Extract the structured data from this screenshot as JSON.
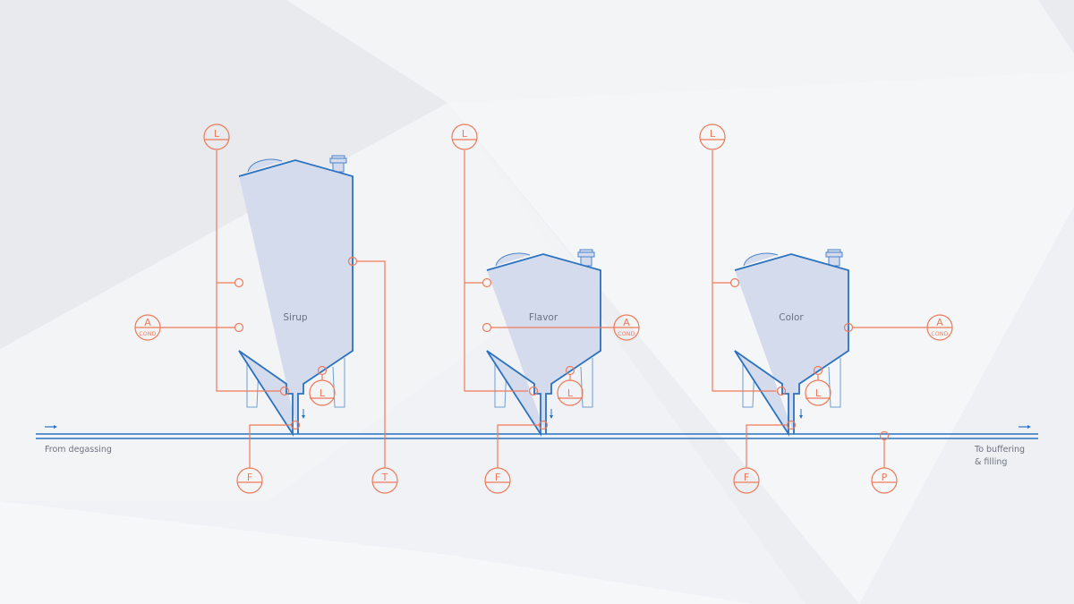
{
  "colors": {
    "background": "#eceef1",
    "background_light": "#f6f7f9",
    "pipe_blue": "#2b72c0",
    "tank_fill": "#d4dbed",
    "tank_stroke": "#2b72c0",
    "leg_stroke": "#6e9fd6",
    "instrument_orange": "#ef7a5a",
    "label_gray": "#6b7280"
  },
  "main_line": {
    "inlet_label": "From degassing",
    "outlet_label_line1": "To buffering",
    "outlet_label_line2": "& filling",
    "inlet_arrow_icon": "arrow-right-icon",
    "outlet_arrow_icon": "arrow-right-icon"
  },
  "tanks": [
    {
      "id": "sirup",
      "label": "Sirup",
      "instruments": [
        {
          "letter": "L",
          "sub": "",
          "role": "level top"
        },
        {
          "letter": "A",
          "sub": "COND",
          "role": "conductivity"
        },
        {
          "letter": "L",
          "sub": "",
          "role": "level bottom"
        },
        {
          "letter": "F",
          "sub": "",
          "role": "flow"
        },
        {
          "letter": "T",
          "sub": "",
          "role": "temperature"
        }
      ]
    },
    {
      "id": "flavor",
      "label": "Flavor",
      "instruments": [
        {
          "letter": "L",
          "sub": "",
          "role": "level top"
        },
        {
          "letter": "A",
          "sub": "COND",
          "role": "conductivity"
        },
        {
          "letter": "L",
          "sub": "",
          "role": "level bottom"
        },
        {
          "letter": "F",
          "sub": "",
          "role": "flow"
        }
      ]
    },
    {
      "id": "color",
      "label": "Color",
      "instruments": [
        {
          "letter": "L",
          "sub": "",
          "role": "level top"
        },
        {
          "letter": "A",
          "sub": "COND",
          "role": "conductivity"
        },
        {
          "letter": "L",
          "sub": "",
          "role": "level bottom"
        },
        {
          "letter": "F",
          "sub": "",
          "role": "flow"
        }
      ]
    }
  ],
  "line_instruments": [
    {
      "letter": "P",
      "sub": "",
      "role": "pressure"
    }
  ]
}
